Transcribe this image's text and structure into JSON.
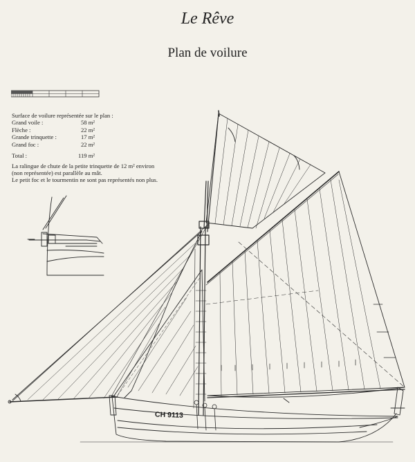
{
  "header": {
    "title": "Le Rêve",
    "subtitle": "Plan de voilure"
  },
  "areas": {
    "heading": "Surface de voilure représentée sur le plan :",
    "rows": [
      {
        "label": "Grand voile :",
        "value": "58 m²"
      },
      {
        "label": "Flèche :",
        "value": "22 m²"
      },
      {
        "label": "Grande trinquette :",
        "value": "17 m²"
      },
      {
        "label": "Grand foc :",
        "value": "22 m²"
      }
    ],
    "total": {
      "label": "Total :",
      "value": "119 m²"
    }
  },
  "notes": {
    "line1": "La ralingue de chute de la petite trinquette de 12 m² environ",
    "line2": "(non représentée) est parallèle au mât.",
    "line3": "Le petit foc et le tourmentin ne sont pas représentés non plus."
  },
  "hull": {
    "registration": "CH 9113"
  },
  "colors": {
    "paper": "#f3f1ea",
    "ink": "#222222"
  }
}
